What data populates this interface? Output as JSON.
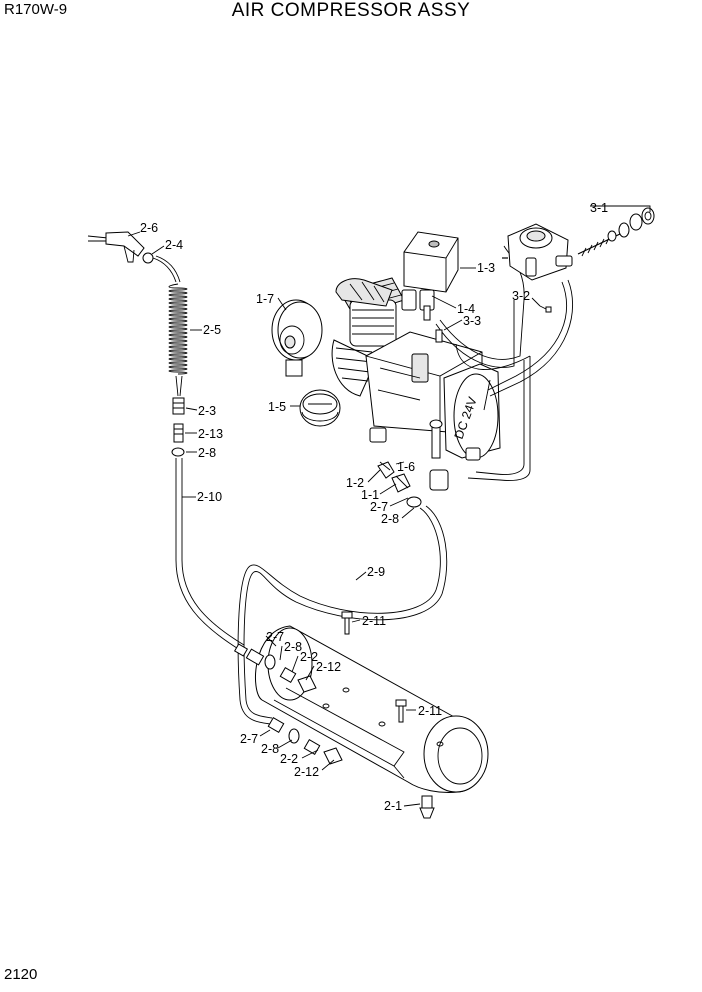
{
  "header": {
    "model": "R170W-9",
    "title": "AIR COMPRESSOR ASSY"
  },
  "footer": {
    "page_number": "2120"
  },
  "callouts": [
    {
      "id": "c26a",
      "text": "2-6"
    },
    {
      "id": "c24",
      "text": "2-4"
    },
    {
      "id": "c25",
      "text": "2-5"
    },
    {
      "id": "c23",
      "text": "2-3"
    },
    {
      "id": "c213",
      "text": "2-13"
    },
    {
      "id": "c28a",
      "text": "2-8"
    },
    {
      "id": "c210",
      "text": "2-10"
    },
    {
      "id": "c17",
      "text": "1-7"
    },
    {
      "id": "c15",
      "text": "1-5"
    },
    {
      "id": "c13",
      "text": "1-3"
    },
    {
      "id": "c14",
      "text": "1-4"
    },
    {
      "id": "c33",
      "text": "3-3"
    },
    {
      "id": "c31",
      "text": "3-1"
    },
    {
      "id": "c32",
      "text": "3-2"
    },
    {
      "id": "c16",
      "text": "1-6"
    },
    {
      "id": "c12",
      "text": "1-2"
    },
    {
      "id": "c11",
      "text": "1-1"
    },
    {
      "id": "c27a",
      "text": "2-7"
    },
    {
      "id": "c28b",
      "text": "2-8"
    },
    {
      "id": "c29",
      "text": "2-9"
    },
    {
      "id": "c211a",
      "text": "2-11"
    },
    {
      "id": "c27b",
      "text": "2-7"
    },
    {
      "id": "c28c",
      "text": "2-8"
    },
    {
      "id": "c22a",
      "text": "2-2"
    },
    {
      "id": "c212a",
      "text": "2-12"
    },
    {
      "id": "c211b",
      "text": "2-11"
    },
    {
      "id": "c27c",
      "text": "2-7"
    },
    {
      "id": "c28d",
      "text": "2-8"
    },
    {
      "id": "c22b",
      "text": "2-2"
    },
    {
      "id": "c212b",
      "text": "2-12"
    },
    {
      "id": "c21",
      "text": "2-1"
    }
  ],
  "motor_label": "DC 24V"
}
